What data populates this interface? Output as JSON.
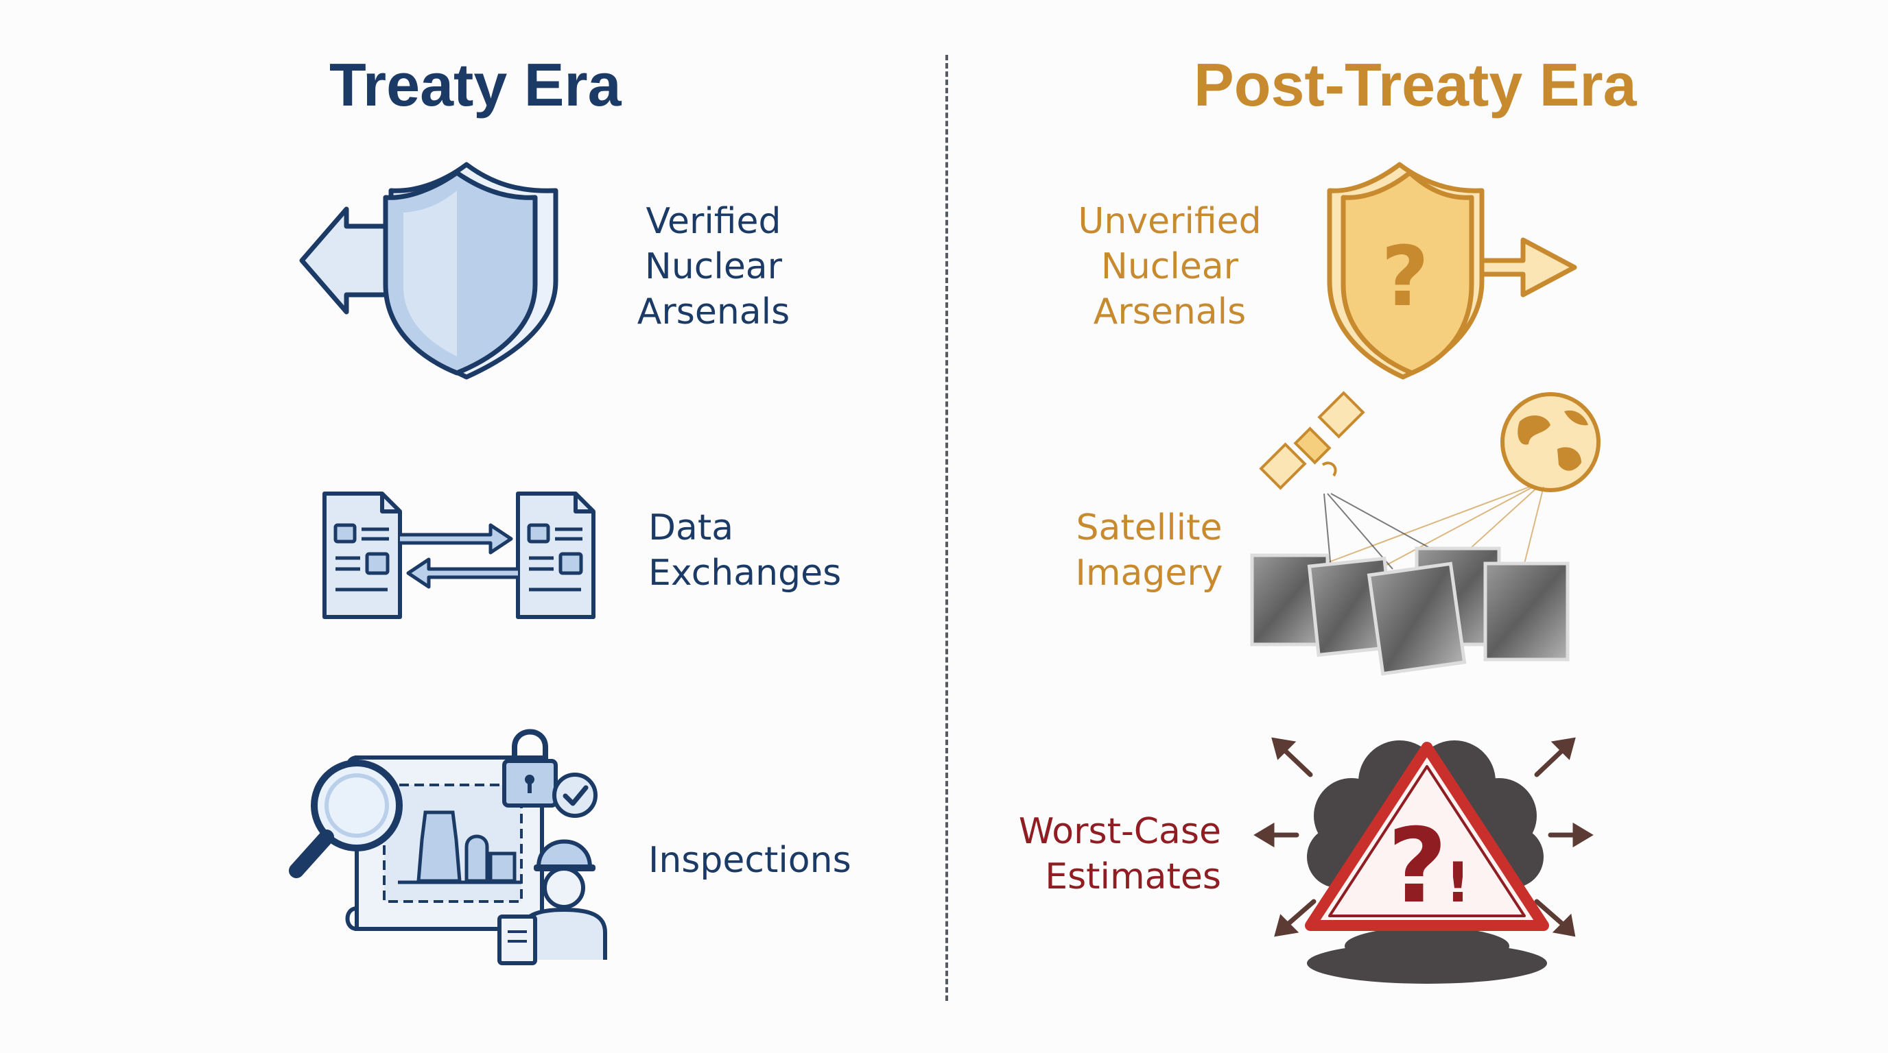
{
  "left": {
    "title": "Treaty Era",
    "verified": {
      "lines": [
        "Verified",
        "Nuclear",
        "Arsenals"
      ]
    },
    "data_exchanges": {
      "lines": [
        "Data",
        "Exchanges"
      ]
    },
    "inspections": {
      "lines": [
        "Inspections"
      ]
    }
  },
  "right": {
    "title": "Post-Treaty Era",
    "unverified": {
      "lines": [
        "Unverified",
        "Nuclear",
        "Arsenals"
      ]
    },
    "satellite": {
      "lines": [
        "Satellite",
        "Imagery"
      ]
    },
    "worst_case": {
      "lines": [
        "Worst-Case",
        "Estimates"
      ]
    }
  },
  "glyphs": {
    "question": "?",
    "exclamation": "!"
  },
  "colors": {
    "navy": "#1b3a66",
    "gold": "#c88a2e",
    "red": "#8f1d22",
    "light_blue": "#b9cfea",
    "light_gold": "#f6cf7e"
  }
}
